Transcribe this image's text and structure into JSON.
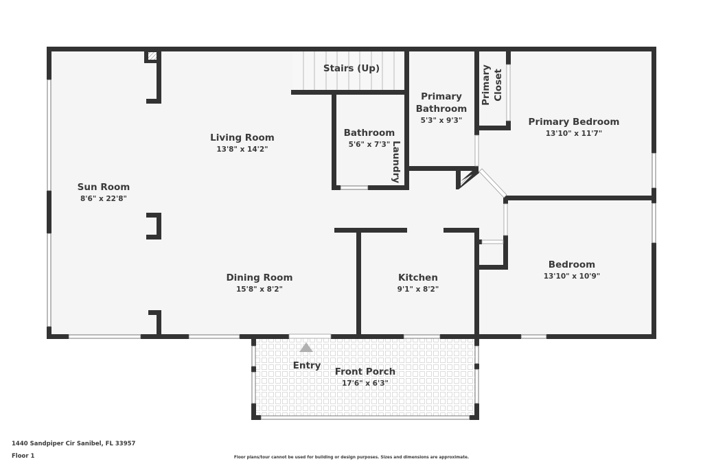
{
  "floorplan": {
    "address": "1440 Sandpiper Cir Sanibel, FL 33957",
    "floor": "Floor 1",
    "disclaimer": "Floor plans/tour cannot be used for building or design purposes. Sizes and dimensions are approximate.",
    "colors": {
      "wall": "#333333",
      "floor": "#f5f5f5",
      "background": "#ffffff",
      "text": "#3a3a3a",
      "entry_arrow": "#b0b0b0",
      "porch_tile": "#dcdcdc"
    },
    "rooms": {
      "sun_room": {
        "name": "Sun Room",
        "dims": "8'6\" x 22'8\""
      },
      "living_room": {
        "name": "Living Room",
        "dims": "13'8\" x 14'2\""
      },
      "stairs": {
        "name": "Stairs (Up)"
      },
      "bathroom": {
        "name": "Bathroom",
        "dims": "5'6\" x 7'3\""
      },
      "laundry": {
        "name": "Laundry"
      },
      "primary_bathroom": {
        "name_line1": "Primary",
        "name_line2": "Bathroom",
        "dims": "5'3\" x 9'3\""
      },
      "primary_closet": {
        "name_line1": "Primary",
        "name_line2": "Closet"
      },
      "primary_bedroom": {
        "name": "Primary Bedroom",
        "dims": "13'10\" x 11'7\""
      },
      "dining_room": {
        "name": "Dining Room",
        "dims": "15'8\" x 8'2\""
      },
      "kitchen": {
        "name": "Kitchen",
        "dims": "9'1\" x 8'2\""
      },
      "bedroom": {
        "name": "Bedroom",
        "dims": "13'10\" x 10'9\""
      },
      "front_porch": {
        "name": "Front Porch",
        "dims": "17'6\" x 6'3\""
      },
      "entry": {
        "name": "Entry"
      }
    }
  }
}
